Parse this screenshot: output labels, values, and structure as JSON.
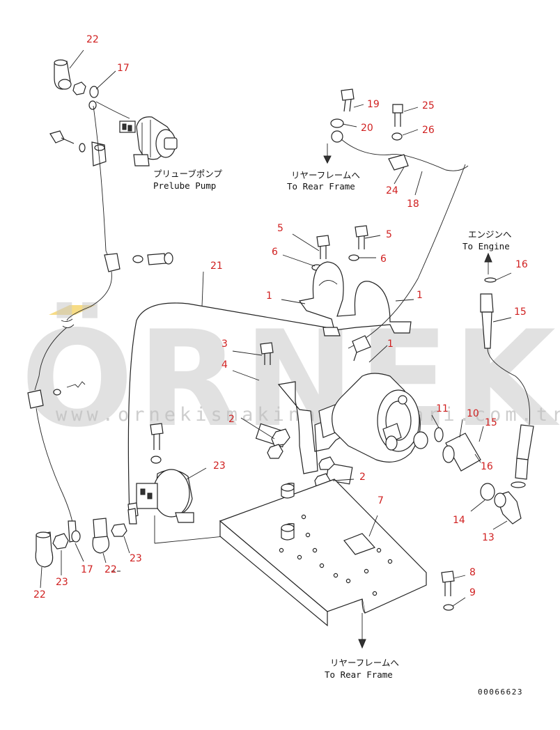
{
  "labels": {
    "n1a": "1",
    "n1b": "1",
    "n1c": "1",
    "n2a": "2",
    "n2b": "2",
    "n3": "3",
    "n4": "4",
    "n5a": "5",
    "n5b": "5",
    "n6a": "6",
    "n6b": "6",
    "n7": "7",
    "n8": "8",
    "n9": "9",
    "n10": "10",
    "n11": "11",
    "n13": "13",
    "n14": "14",
    "n15a": "15",
    "n15b": "15",
    "n16a": "16",
    "n16b": "16",
    "n17a": "17",
    "n17b": "17",
    "n18": "18",
    "n19": "19",
    "n20": "20",
    "n21": "21",
    "n22a": "22",
    "n22b": "22",
    "n22c": "22",
    "n23a": "23",
    "n23b": "23",
    "n23c": "23",
    "n24": "24",
    "n25": "25",
    "n26": "26"
  },
  "captions": {
    "prelube_jp": "プリューブポンプ",
    "prelube_en": "Prelube Pump",
    "rear_frame_top_jp": "リヤーフレームへ",
    "rear_frame_top_en": "To Rear Frame",
    "engine_jp": "エンジンへ",
    "engine_en": "To Engine",
    "rear_frame_bottom_jp": "リヤーフレームへ",
    "rear_frame_bottom_en": "To Rear Frame"
  },
  "drawing_code": "00066623",
  "watermark": {
    "brand": "ÖRNEK",
    "url": "www.ornekismakinaparcalari.com.tr"
  },
  "colors": {
    "callout": "#d02020",
    "line": "#222222",
    "watermark": "#c8c8c8",
    "accent": "#f0c020"
  }
}
